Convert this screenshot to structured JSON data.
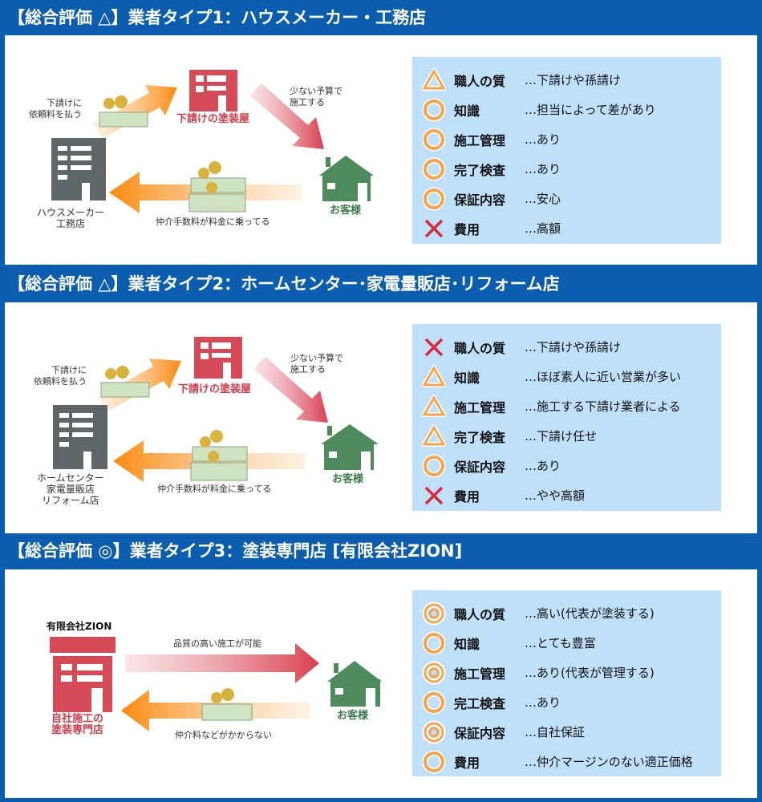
{
  "sections": [
    {
      "title": "【総合評価 △】業者タイプ1：ハウスメーカー・工務店",
      "diagram": {
        "pay_label": "下請けに\n依頼料を払う",
        "sub_label": "下請けの塗装屋",
        "budget_label": "少ない予算で\n施工する",
        "customer_label": "お客様",
        "fee_label": "仲介手数料が料金に乗ってる",
        "company_label": "ハウスメーカー\n工務店"
      },
      "ratings": [
        {
          "icon": "triangle",
          "label": "職人の質",
          "value": "…下請けや孫請け"
        },
        {
          "icon": "circle",
          "label": "知識",
          "value": "…担当によって差があり"
        },
        {
          "icon": "circle",
          "label": "施工管理",
          "value": "…あり"
        },
        {
          "icon": "circle",
          "label": "完了検査",
          "value": "…あり"
        },
        {
          "icon": "circle",
          "label": "保証内容",
          "value": "…安心"
        },
        {
          "icon": "cross",
          "label": "費用",
          "value": "…高額"
        }
      ]
    },
    {
      "title": "【総合評価 △】業者タイプ2：ホームセンター･家電量販店･リフォーム店",
      "diagram": {
        "pay_label": "下請けに\n依頼料を払う",
        "sub_label": "下請けの塗装屋",
        "budget_label": "少ない予算で\n施工する",
        "customer_label": "お客様",
        "fee_label": "仲介手数料が料金に乗ってる",
        "company_label": "ホームセンター\n家電量販店\nリフォーム店"
      },
      "ratings": [
        {
          "icon": "cross",
          "label": "職人の質",
          "value": "…下請けや孫請け"
        },
        {
          "icon": "triangle",
          "label": "知識",
          "value": "…ほぼ素人に近い営業が多い"
        },
        {
          "icon": "triangle",
          "label": "施工管理",
          "value": "…施工する下請け業者による"
        },
        {
          "icon": "triangle",
          "label": "完了検査",
          "value": "…下請け任せ"
        },
        {
          "icon": "circle",
          "label": "保証内容",
          "value": "…あり"
        },
        {
          "icon": "cross",
          "label": "費用",
          "value": "…やや高額"
        }
      ]
    },
    {
      "title": "【総合評価 ◎】業者タイプ3：塗装専門店 [有限会社ZION]",
      "diagram": {
        "company_name": "有限会社ZION",
        "quality_label": "品質の高い施工が可能",
        "customer_label": "お客様",
        "fee_label": "仲介料などがかからない",
        "company_label": "自社施工の\n塗装専門店"
      },
      "ratings": [
        {
          "icon": "double-circle",
          "label": "職人の質",
          "value": "…高い(代表が塗装する)"
        },
        {
          "icon": "circle",
          "label": "知識",
          "value": "…とても豊富"
        },
        {
          "icon": "double-circle",
          "label": "施工管理",
          "value": "…あり(代表が管理する)"
        },
        {
          "icon": "circle",
          "label": "完工検査",
          "value": "…あり"
        },
        {
          "icon": "double-circle",
          "label": "保証内容",
          "value": "…自社保証"
        },
        {
          "icon": "circle",
          "label": "費用",
          "value": "…仲介マージンのない適正価格"
        }
      ]
    }
  ],
  "colors": {
    "header": "#0b5db0",
    "list_bg": "#bfe0fb",
    "orange": "#f7a54a",
    "cross": "#d9283b",
    "house": "#4d8a5c",
    "sub_building": "#d64a58",
    "company_building": "#5f6667"
  }
}
